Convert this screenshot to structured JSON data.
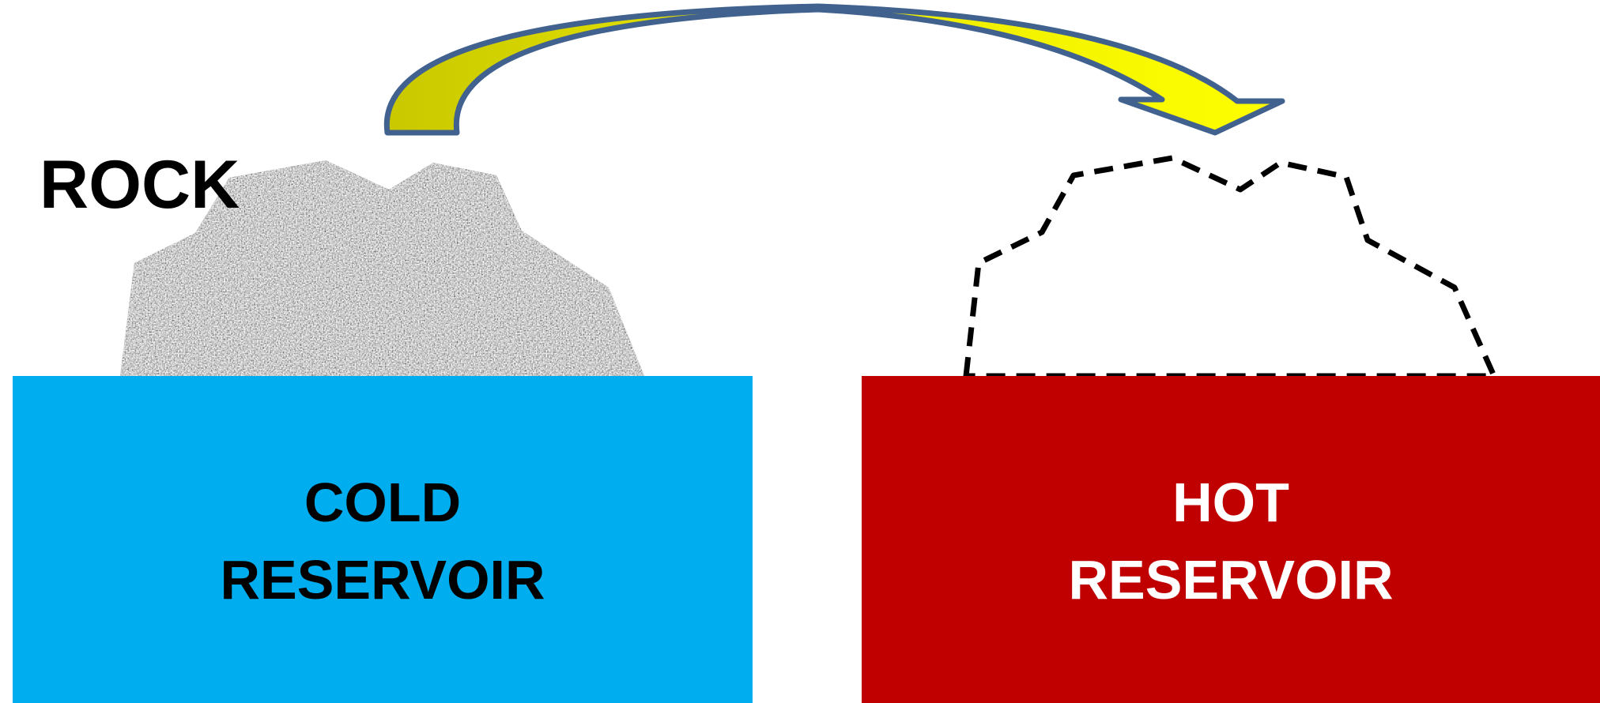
{
  "labels": {
    "rock": "ROCK",
    "cold_reservoir_line1": "COLD",
    "cold_reservoir_line2": "RESERVOIR",
    "hot_reservoir_line1": "HOT",
    "hot_reservoir_line2": "RESERVOIR"
  },
  "colors": {
    "cold_reservoir": "#00AEEF",
    "hot_reservoir": "#C00000",
    "cold_text": "#000000",
    "hot_text": "#FFFFFF",
    "arrow_fill": "#FFFF00",
    "arrow_fill_dark": "#C8C800",
    "arrow_outline": "#41618F",
    "rock_outline_dashed": "#000000"
  },
  "icons": {
    "rock": "speckled-gray-rock",
    "rock_ghost": "dashed-rock-outline",
    "transfer": "curved-arrow-right"
  }
}
